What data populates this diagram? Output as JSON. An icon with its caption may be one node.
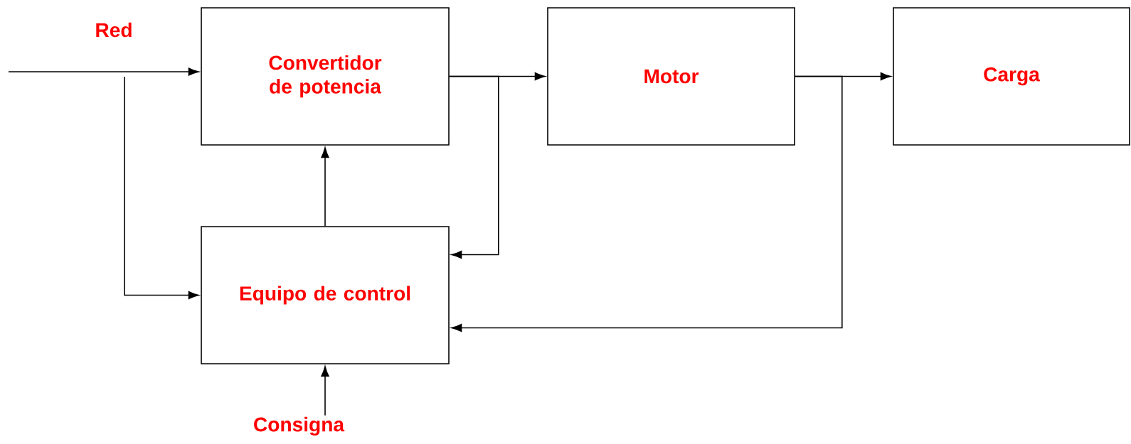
{
  "diagram": {
    "nodes": [
      {
        "text": [
          "Convertidor de potencia"
        ]
      },
      {
        "text": [
          "Motor"
        ]
      },
      {
        "text": [
          "Carga"
        ]
      },
      {
        "text": [
          "Equipo de control"
        ]
      },
      {
        "text": [
          "Consigna"
        ]
      }
    ],
    "edges": [
      {
        "from": null,
        "to": 0,
        "arrow": "to",
        "label": "Red"
      },
      {
        "from": null,
        "to": 3,
        "arrow": "to"
      },
      {
        "from": 0,
        "to": 1,
        "arrow": "to"
      },
      {
        "from": 0,
        "to": 3,
        "arrow": "to"
      },
      {
        "from": 1,
        "to": 2,
        "arrow": "to"
      },
      {
        "from": 1,
        "to": 3,
        "arrow": "to"
      },
      {
        "from": 3,
        "to": 0,
        "arrow": "to"
      },
      {
        "from": 4,
        "to": 3,
        "arrow": "to"
      }
    ]
  }
}
